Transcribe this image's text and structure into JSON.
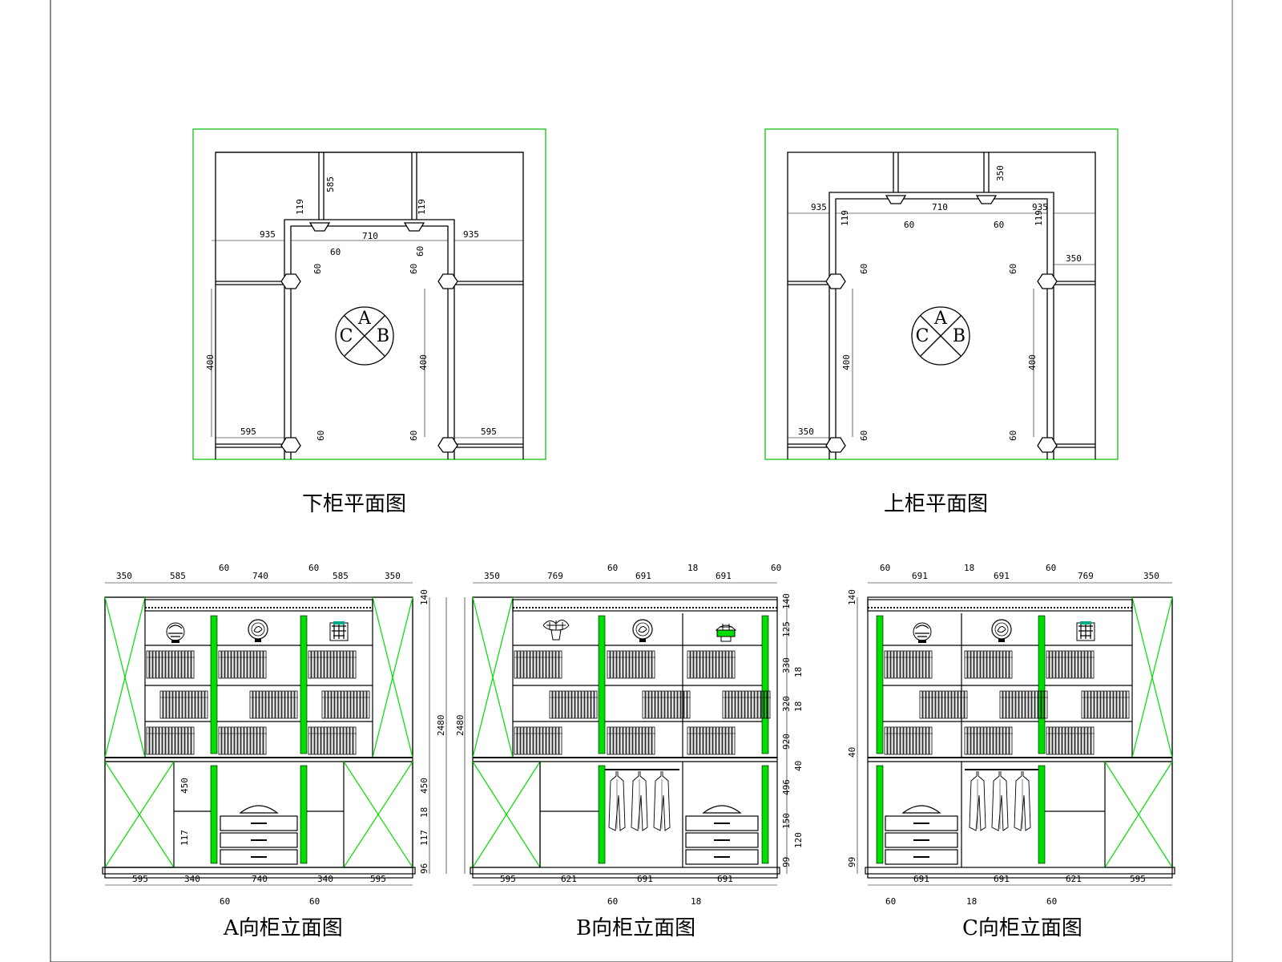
{
  "colors": {
    "line": "#000000",
    "green": "#00dd00",
    "dim": "#222222"
  },
  "plans": [
    {
      "id": "lower",
      "caption": "下柜平面图",
      "compass": {
        "a": "A",
        "b": "B",
        "c": "C"
      },
      "dims": [
        "935",
        "935",
        "710",
        "119",
        "119",
        "585",
        "60",
        "60",
        "60",
        "60",
        "400",
        "400",
        "595",
        "595",
        "60",
        "60"
      ]
    },
    {
      "id": "upper",
      "caption": "上柜平面图",
      "compass": {
        "a": "A",
        "b": "B",
        "c": "C"
      },
      "dims": [
        "935",
        "935",
        "710",
        "119",
        "119",
        "350",
        "60",
        "60",
        "60",
        "60",
        "400",
        "400",
        "350",
        "350",
        "60",
        "60"
      ]
    }
  ],
  "elevations": [
    {
      "id": "a",
      "caption": "A向柜立面图",
      "top_dims": [
        "350",
        "585",
        "60",
        "740",
        "60",
        "585",
        "350"
      ],
      "bottom_dims": [
        "595",
        "340",
        "740",
        "340",
        "595"
      ],
      "bottom_small": [
        "60",
        "60"
      ],
      "left_dims": [],
      "right_dims": [
        "140",
        "2480",
        "450",
        "18",
        "117",
        "96"
      ],
      "inner_dims": [
        "450",
        "117"
      ]
    },
    {
      "id": "b",
      "caption": "B向柜立面图",
      "top_dims": [
        "350",
        "769",
        "60",
        "691",
        "18",
        "691",
        "60"
      ],
      "bottom_dims": [
        "595",
        "621",
        "691",
        "691"
      ],
      "bottom_small": [
        "60",
        "18"
      ],
      "left_dims": [
        "2480"
      ],
      "right_dims": [
        "140",
        "125",
        "330",
        "18",
        "320",
        "18",
        "920",
        "40",
        "496",
        "150",
        "120",
        "99"
      ]
    },
    {
      "id": "c",
      "caption": "C向柜立面图",
      "top_dims": [
        "60",
        "691",
        "18",
        "691",
        "60",
        "769",
        "350"
      ],
      "bottom_dims": [
        "691",
        "691",
        "621",
        "595"
      ],
      "bottom_small": [
        "60",
        "18",
        "60"
      ],
      "left_dims": [
        "140",
        "40",
        "99"
      ],
      "right_dims": []
    }
  ]
}
